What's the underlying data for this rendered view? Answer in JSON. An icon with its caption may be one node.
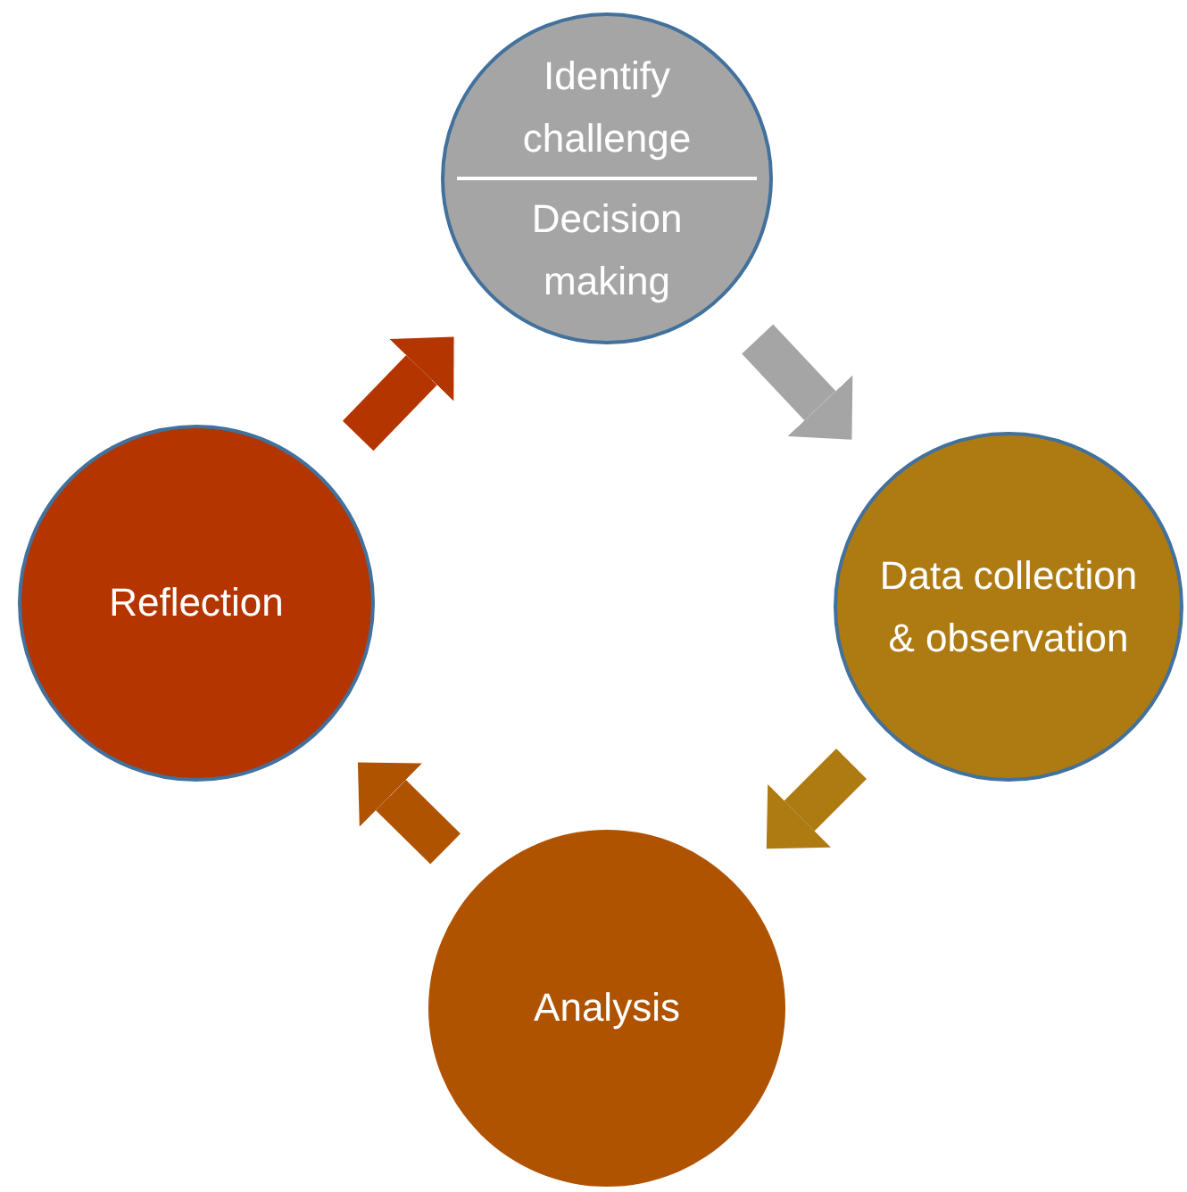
{
  "diagram": {
    "nodes": [
      {
        "text": [
          "Identify challenge",
          "Decision making"
        ]
      },
      {
        "text": [
          "Data collection & observation"
        ]
      },
      {
        "text": [
          "Analysis"
        ]
      },
      {
        "text": [
          "Reflection"
        ]
      }
    ],
    "edges": [
      {
        "from": 0,
        "to": 1,
        "arrow": "to",
        "color": "#a5a5a5"
      },
      {
        "from": 1,
        "to": 2,
        "arrow": "to",
        "color": "#ae7a12"
      },
      {
        "from": 2,
        "to": 3,
        "arrow": "to",
        "color": "#b05300"
      },
      {
        "from": 3,
        "to": 0,
        "arrow": "to",
        "color": "#b43500"
      }
    ]
  }
}
